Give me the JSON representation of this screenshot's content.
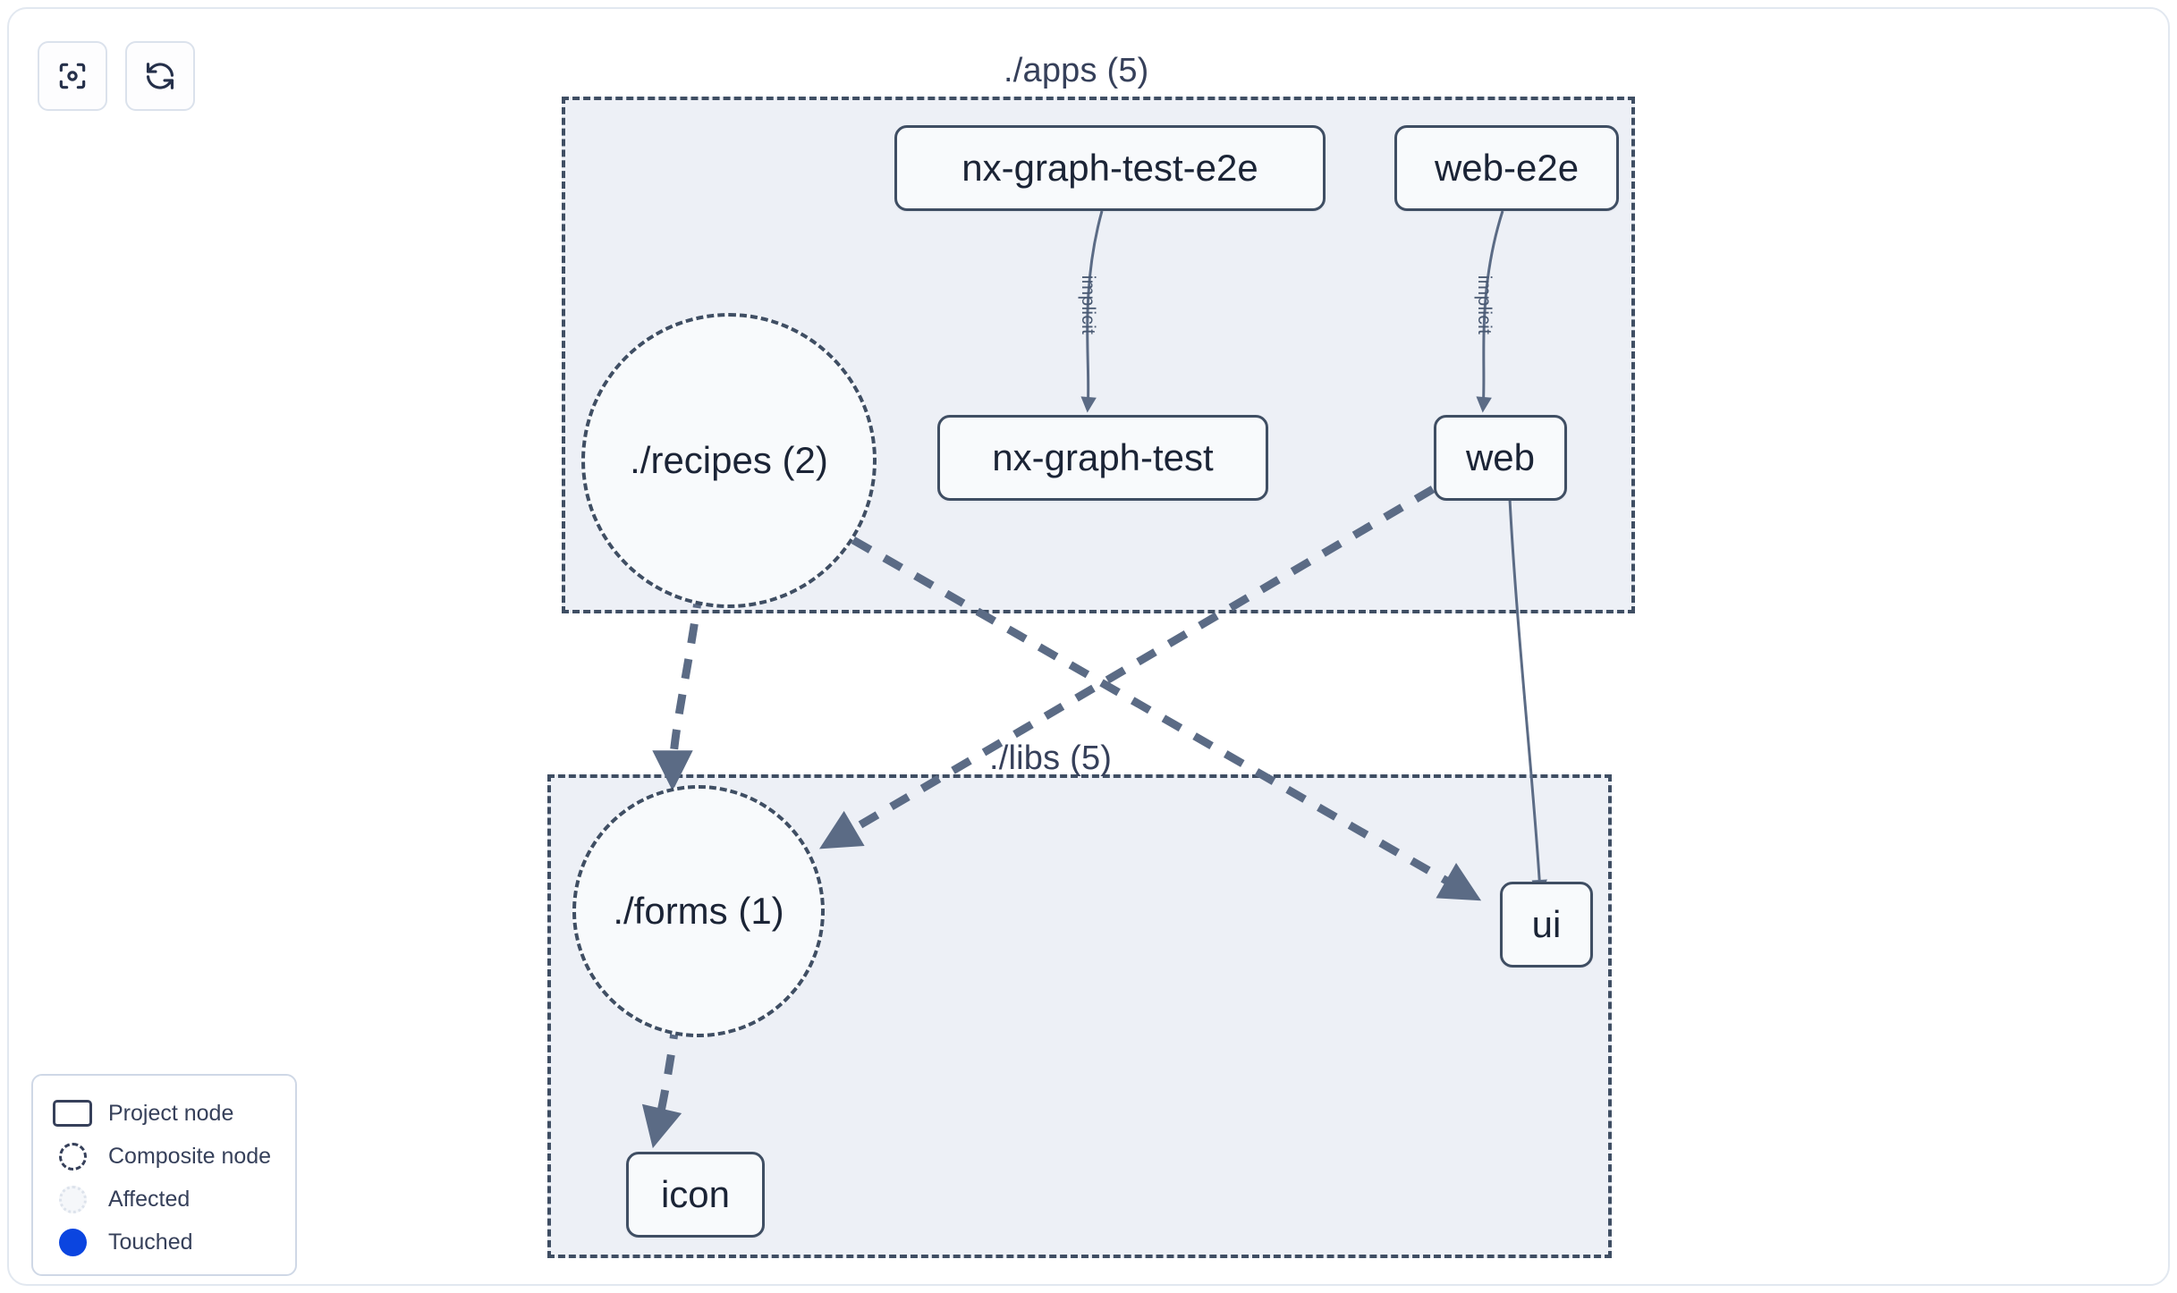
{
  "toolbar": {
    "buttons": [
      {
        "name": "focus-graph-button",
        "icon": "focus-target-icon",
        "label": "Focus graph"
      },
      {
        "name": "refresh-graph-button",
        "icon": "refresh-icon",
        "label": "Refresh graph"
      }
    ]
  },
  "graph": {
    "groups": [
      {
        "id": "apps",
        "label": "./apps (5)"
      },
      {
        "id": "libs",
        "label": "./libs (5)"
      }
    ],
    "nodes": [
      {
        "id": "nx-graph-test-e2e",
        "label": "nx-graph-test-e2e",
        "type": "project"
      },
      {
        "id": "web-e2e",
        "label": "web-e2e",
        "type": "project"
      },
      {
        "id": "nx-graph-test",
        "label": "nx-graph-test",
        "type": "project"
      },
      {
        "id": "web",
        "label": "web",
        "type": "project"
      },
      {
        "id": "recipes",
        "label": "./recipes (2)",
        "type": "composite"
      },
      {
        "id": "forms",
        "label": "./forms (1)",
        "type": "composite"
      },
      {
        "id": "ui",
        "label": "ui",
        "type": "project"
      },
      {
        "id": "icon",
        "label": "icon",
        "type": "project"
      }
    ],
    "edges": [
      {
        "from": "nx-graph-test-e2e",
        "to": "nx-graph-test",
        "label": "implicit",
        "style": "solid"
      },
      {
        "from": "web-e2e",
        "to": "web",
        "label": "implicit",
        "style": "solid"
      },
      {
        "from": "web",
        "to": "ui",
        "label": "",
        "style": "solid"
      },
      {
        "from": "recipes",
        "to": "forms",
        "label": "",
        "style": "dashed"
      },
      {
        "from": "recipes",
        "to": "ui",
        "label": "",
        "style": "dashed"
      },
      {
        "from": "web",
        "to": "forms",
        "label": "",
        "style": "dashed"
      },
      {
        "from": "forms",
        "to": "icon",
        "label": "",
        "style": "dashed"
      }
    ]
  },
  "legend": {
    "items": [
      {
        "swatch": "project",
        "label": "Project node"
      },
      {
        "swatch": "composite",
        "label": "Composite node"
      },
      {
        "swatch": "affected",
        "label": "Affected"
      },
      {
        "swatch": "touched",
        "label": "Touched"
      }
    ]
  },
  "colors": {
    "group_fill": "#edf0f6",
    "group_border": "#3f4e63",
    "node_fill": "#f8fafc",
    "node_border": "#3f4e63",
    "node_text": "#1b2436",
    "edge": "#5b6b85",
    "touched": "#0b45e0",
    "page_bg": "#ffffff"
  }
}
